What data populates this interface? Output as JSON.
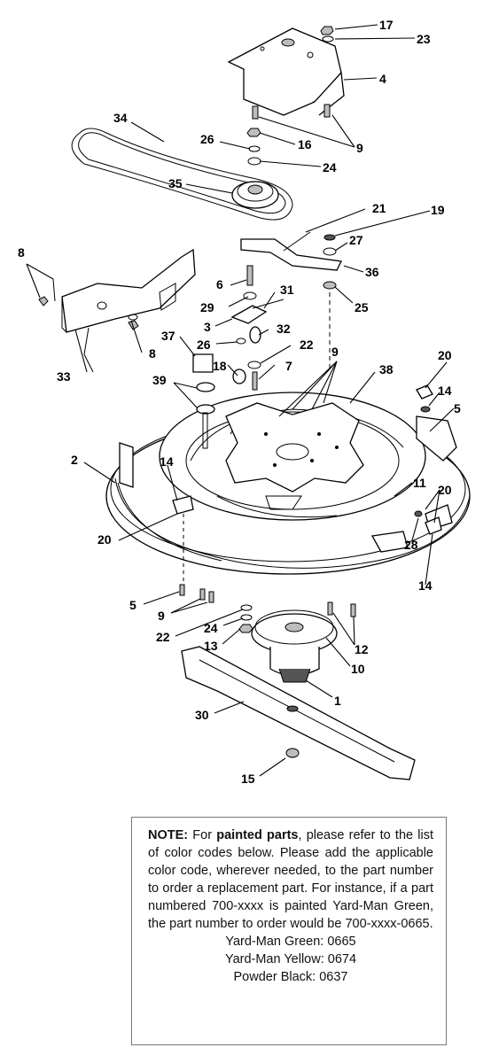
{
  "callouts": [
    "17",
    "23",
    "4",
    "34",
    "26",
    "16",
    "9",
    "24",
    "35",
    "21",
    "19",
    "27",
    "36",
    "25",
    "8",
    "6",
    "31",
    "29",
    "3",
    "32",
    "37",
    "26",
    "22",
    "7",
    "18",
    "9",
    "38",
    "20",
    "14",
    "5",
    "39",
    "8",
    "33",
    "2",
    "14",
    "11",
    "20",
    "20",
    "28",
    "14",
    "5",
    "9",
    "22",
    "24",
    "13",
    "12",
    "10",
    "1",
    "30",
    "15"
  ],
  "note": {
    "lead": "NOTE:",
    "text1": " For ",
    "bold1": "painted parts",
    "text2": ", please refer to the list of color codes below. Please add the applicable color code, wherever needed, to the part number to order a replacement part. For instance, if a part numbered 700-xxxx is painted Yard-Man Green, the part number to order would be 700-xxxx-0665.",
    "codes": [
      "Yard-Man Green: 0665",
      "Yard-Man Yellow: 0674",
      "Powder Black: 0637"
    ]
  }
}
